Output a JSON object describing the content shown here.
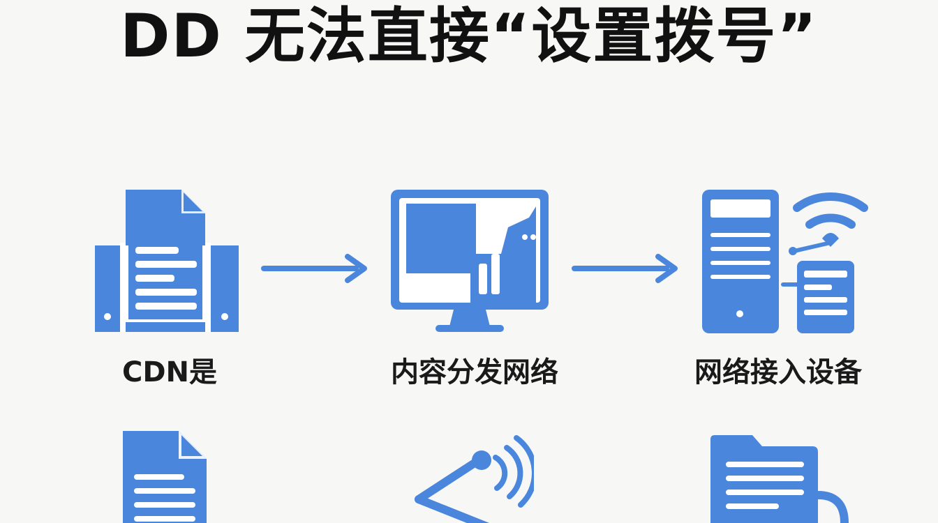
{
  "title": "DD 无法直接“设置拨号”",
  "colors": {
    "icon_blue": "#4a86dc",
    "background": "#f7f7f6",
    "text": "#111111"
  },
  "steps": [
    {
      "label": "CDN是",
      "icon": "fax-document-icon"
    },
    {
      "label": "内容分发网络",
      "icon": "monitor-chart-icon"
    },
    {
      "label": "网络接入设备",
      "icon": "server-wifi-icon"
    }
  ],
  "row2_icons": [
    "document-icon",
    "share-signal-icon",
    "folder-icon"
  ]
}
